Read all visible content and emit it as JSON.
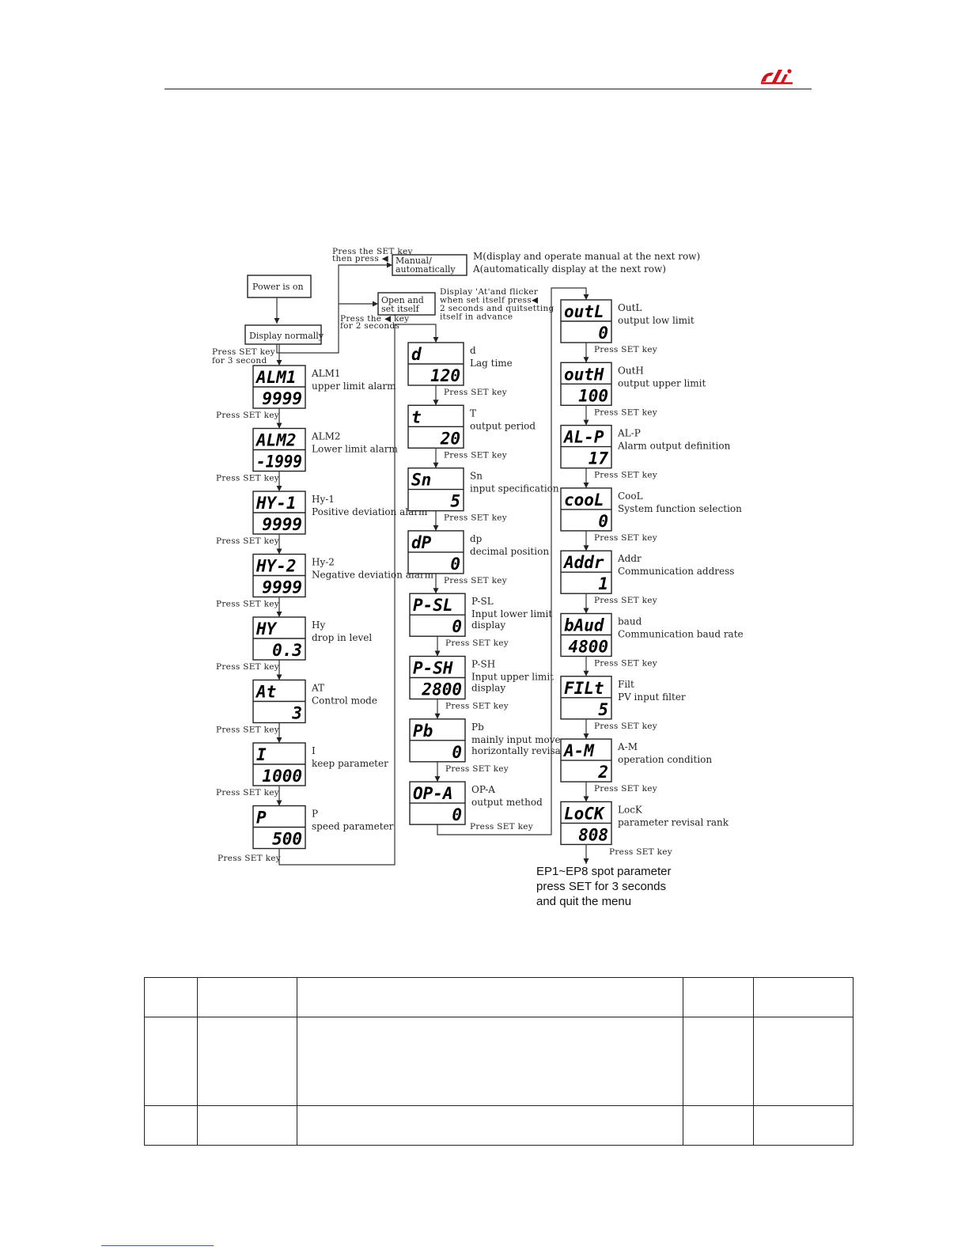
{
  "flow": {
    "power_on": "Power is on",
    "display_normally": "Display normally",
    "press_set_3s": [
      "Press SET key",
      "for 3 second"
    ],
    "manual_hint": [
      "Press the SET key",
      "then press ◀ key"
    ],
    "manual_box": [
      "Manual/",
      "automatically"
    ],
    "manual_desc": [
      "M(display and operate manual at the next row)",
      "A(automatically display at the next row)"
    ],
    "press_left_2s": [
      "Press the ◀ key",
      "for 2 seconds"
    ],
    "self_tune_box": [
      "Open and",
      "set itself"
    ],
    "self_tune_desc": [
      "Display 'At'and flicker",
      "when set itself press◀",
      "2 seconds and quitsetting",
      "itself in advance"
    ],
    "press_set": "Press SET key",
    "final_note": [
      "EP1~EP8 spot parameter",
      "press SET for 3 seconds",
      "and quit the menu"
    ]
  },
  "columns": [
    [
      {
        "top": "ALM1",
        "bottom": "9999",
        "name": "ALM1",
        "desc": [
          "upper limit alarm"
        ]
      },
      {
        "top": "ALM2",
        "bottom": "-1999",
        "name": "ALM2",
        "desc": [
          "Lower limit alarm"
        ]
      },
      {
        "top": "HY-1",
        "bottom": "9999",
        "name": "Hy-1",
        "desc": [
          "Positive deviation alarm"
        ]
      },
      {
        "top": "HY-2",
        "bottom": "9999",
        "name": "Hy-2",
        "desc": [
          "Negative deviation alarm"
        ]
      },
      {
        "top": "HY",
        "bottom": "0.3",
        "name": "Hy",
        "desc": [
          "drop in level"
        ]
      },
      {
        "top": "At",
        "bottom": "3",
        "name": "AT",
        "desc": [
          "Control mode"
        ]
      },
      {
        "top": "I",
        "bottom": "1000",
        "name": "I",
        "desc": [
          "keep parameter"
        ]
      },
      {
        "top": "P",
        "bottom": "500",
        "name": "P",
        "desc": [
          "speed parameter"
        ]
      }
    ],
    [
      {
        "top": "d",
        "bottom": "120",
        "name": "d",
        "desc": [
          "Lag time"
        ]
      },
      {
        "top": "t",
        "bottom": "20",
        "name": "T",
        "desc": [
          "output period"
        ]
      },
      {
        "top": "Sn",
        "bottom": "5",
        "name": "Sn",
        "desc": [
          "input specification"
        ]
      },
      {
        "top": "dP",
        "bottom": "0",
        "name": "dp",
        "desc": [
          "decimal position"
        ]
      },
      {
        "top": "P-SL",
        "bottom": "0",
        "name": "P-SL",
        "desc": [
          "Input lower limit",
          "display"
        ]
      },
      {
        "top": "P-SH",
        "bottom": "2800",
        "name": "P-SH",
        "desc": [
          "Input upper limit",
          "display"
        ]
      },
      {
        "top": "Pb",
        "bottom": "0",
        "name": "Pb",
        "desc": [
          "mainly input move",
          "horizontally revisal"
        ]
      },
      {
        "top": "OP-A",
        "bottom": "0",
        "name": "OP-A",
        "desc": [
          "output method"
        ]
      }
    ],
    [
      {
        "top": "outL",
        "bottom": "0",
        "name": "OutL",
        "desc": [
          "output low limit"
        ]
      },
      {
        "top": "outH",
        "bottom": "100",
        "name": "OutH",
        "desc": [
          "output upper limit"
        ]
      },
      {
        "top": "AL-P",
        "bottom": "17",
        "name": "AL-P",
        "desc": [
          "Alarm output definition"
        ]
      },
      {
        "top": "cooL",
        "bottom": "0",
        "name": "CooL",
        "desc": [
          "System function selection"
        ]
      },
      {
        "top": "Addr",
        "bottom": "1",
        "name": "Addr",
        "desc": [
          "Communication address"
        ]
      },
      {
        "top": "bAud",
        "bottom": "4800",
        "name": "baud",
        "desc": [
          "Communication baud rate"
        ]
      },
      {
        "top": "FILt",
        "bottom": "5",
        "name": "Filt",
        "desc": [
          "PV input filter"
        ]
      },
      {
        "top": "A-M",
        "bottom": "2",
        "name": "A-M",
        "desc": [
          "operation condition"
        ]
      },
      {
        "top": "LoCK",
        "bottom": "808",
        "name": "LocK",
        "desc": [
          "parameter revisal rank"
        ]
      }
    ]
  ],
  "table": {
    "rows": [
      [
        "",
        "",
        "",
        "",
        ""
      ],
      [
        "",
        "",
        "",
        "",
        ""
      ],
      [
        "",
        "",
        "",
        "",
        ""
      ]
    ]
  }
}
